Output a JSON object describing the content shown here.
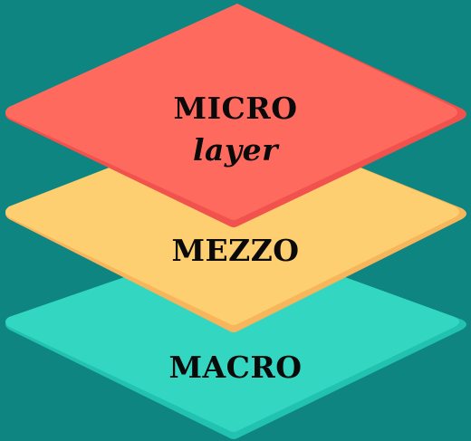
{
  "background_color": "#0e8580",
  "layers": [
    {
      "id": "macro",
      "label": "MACRO",
      "top_color": "#33d6c1",
      "edge_color": "#22c2b0"
    },
    {
      "id": "mezzo",
      "label": "MEZZO",
      "top_color": "#fdcf70",
      "edge_color": "#f7b65b"
    },
    {
      "id": "micro",
      "label": "MICRO",
      "sublabel": "layer",
      "top_color": "#fe6a5e",
      "edge_color": "#f2524d"
    }
  ]
}
